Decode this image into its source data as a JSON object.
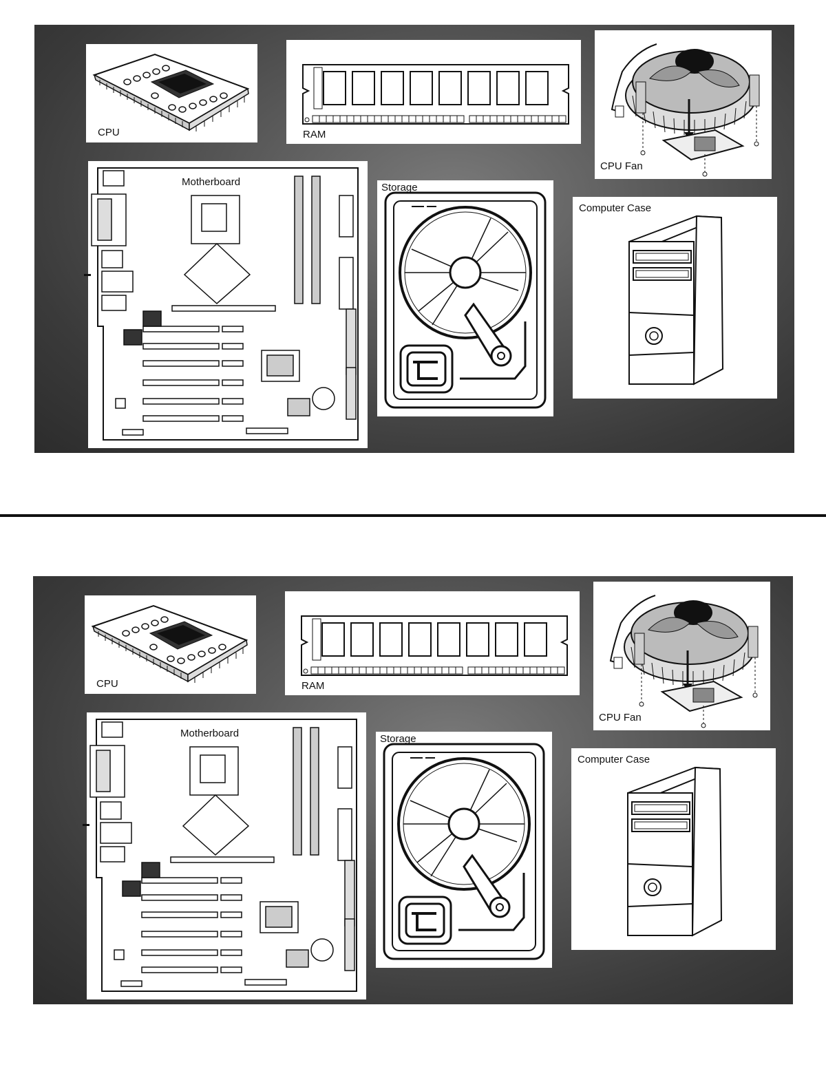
{
  "slides": [
    {
      "cpu_label": "CPU",
      "ram_label": "RAM",
      "fan_label": "CPU Fan",
      "motherboard_label": "Motherboard",
      "storage_label": "Storage",
      "case_label": "Computer Case"
    },
    {
      "cpu_label": "CPU",
      "ram_label": "RAM",
      "fan_label": "CPU Fan",
      "motherboard_label": "Motherboard",
      "storage_label": "Storage",
      "case_label": "Computer Case"
    }
  ],
  "icons": [
    "cpu-illustration",
    "ram-illustration",
    "cpu-fan-illustration",
    "motherboard-illustration",
    "hard-drive-illustration",
    "computer-case-illustration"
  ]
}
